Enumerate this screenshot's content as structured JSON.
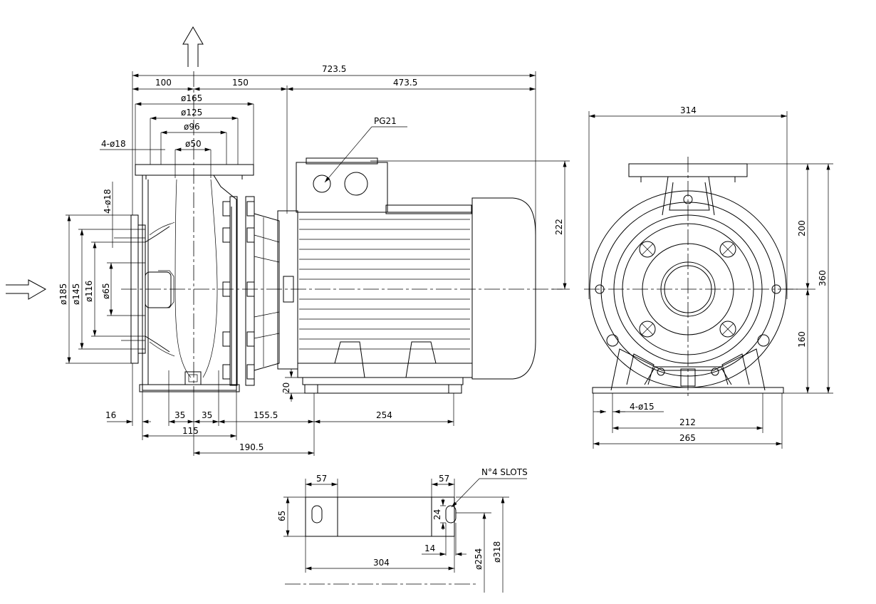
{
  "dimensions": {
    "overall_length": "723.5",
    "len_100": "100",
    "len_150": "150",
    "len_473_5": "473.5",
    "dia_165": "ø165",
    "dia_125": "ø125",
    "dia_96": "ø96",
    "dia_50": "ø50",
    "holes_outlet": "4-ø18",
    "holes_inlet": "4-ø18",
    "pg21": "PG21",
    "height_222": "222",
    "dia_185": "ø185",
    "dia_145": "ø145",
    "dia_116": "ø116",
    "dia_65": "ø65",
    "h_20": "20",
    "len_16": "16",
    "len_35a": "35",
    "len_35b": "35",
    "len_155_5": "155.5",
    "len_254": "254",
    "len_115": "115",
    "len_190_5": "190.5",
    "width_314": "314",
    "h_200": "200",
    "h_360": "360",
    "h_160": "160",
    "foot_holes": "4-ø15",
    "w_212": "212",
    "w_265": "265",
    "base_57a": "57",
    "base_57b": "57",
    "slots": "N°4 SLOTS",
    "base_65": "65",
    "base_24": "24",
    "base_14": "14",
    "base_304": "304",
    "base_254": "ø254",
    "base_318": "ø318"
  }
}
